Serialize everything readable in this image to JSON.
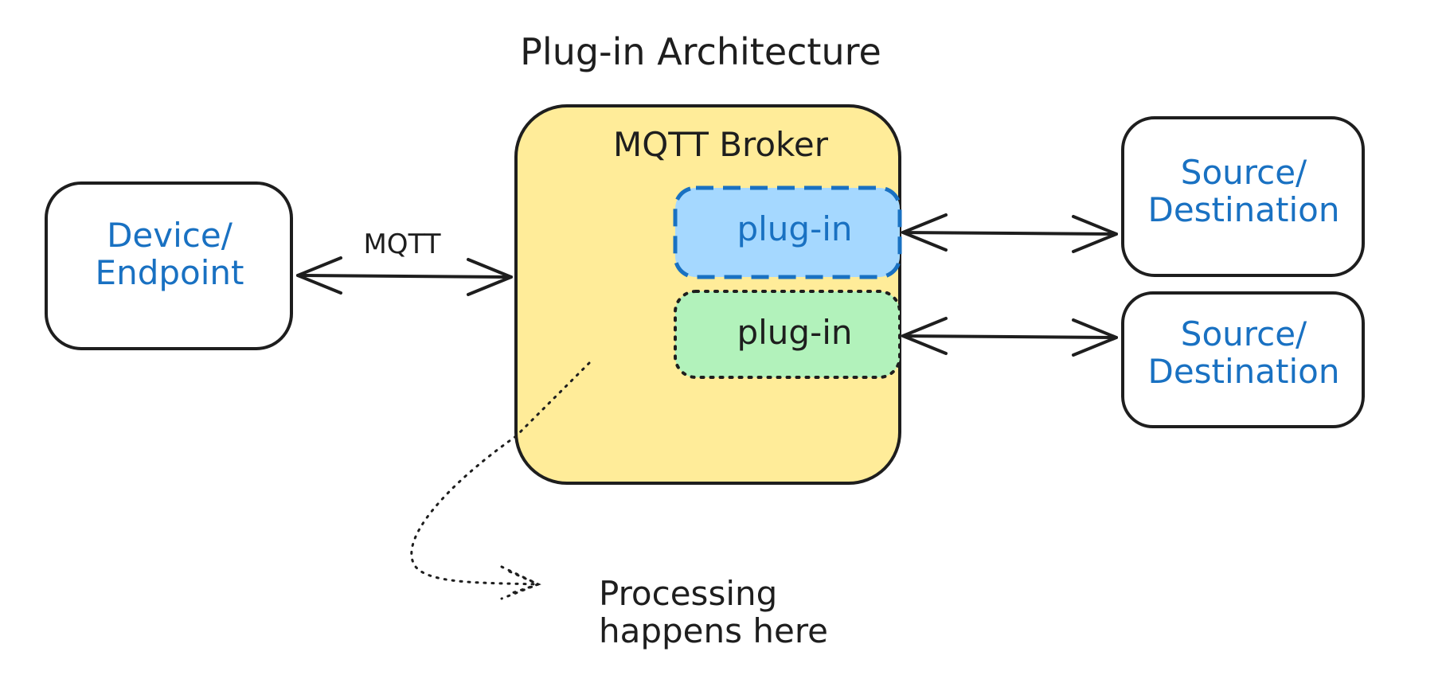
{
  "diagram": {
    "title": "Plug-in Architecture",
    "device_label": "Device/\nEndpoint",
    "broker_title": "MQTT Broker",
    "connection_label": "MQTT",
    "plugin_blue_label": "plug-in",
    "plugin_green_label": "plug-in",
    "source1_label": "Source/\nDestination",
    "source2_label": "Source/\nDestination",
    "annotation": "Processing\nhappens here"
  },
  "colors": {
    "stroke": "#1e1e1e",
    "label_blue": "#1971c2",
    "broker_fill": "#ffec99",
    "plugin_blue_fill": "#a5d8ff",
    "plugin_blue_stroke": "#1971c2",
    "plugin_green_fill": "#b2f2bb",
    "background": "#ffffff"
  }
}
